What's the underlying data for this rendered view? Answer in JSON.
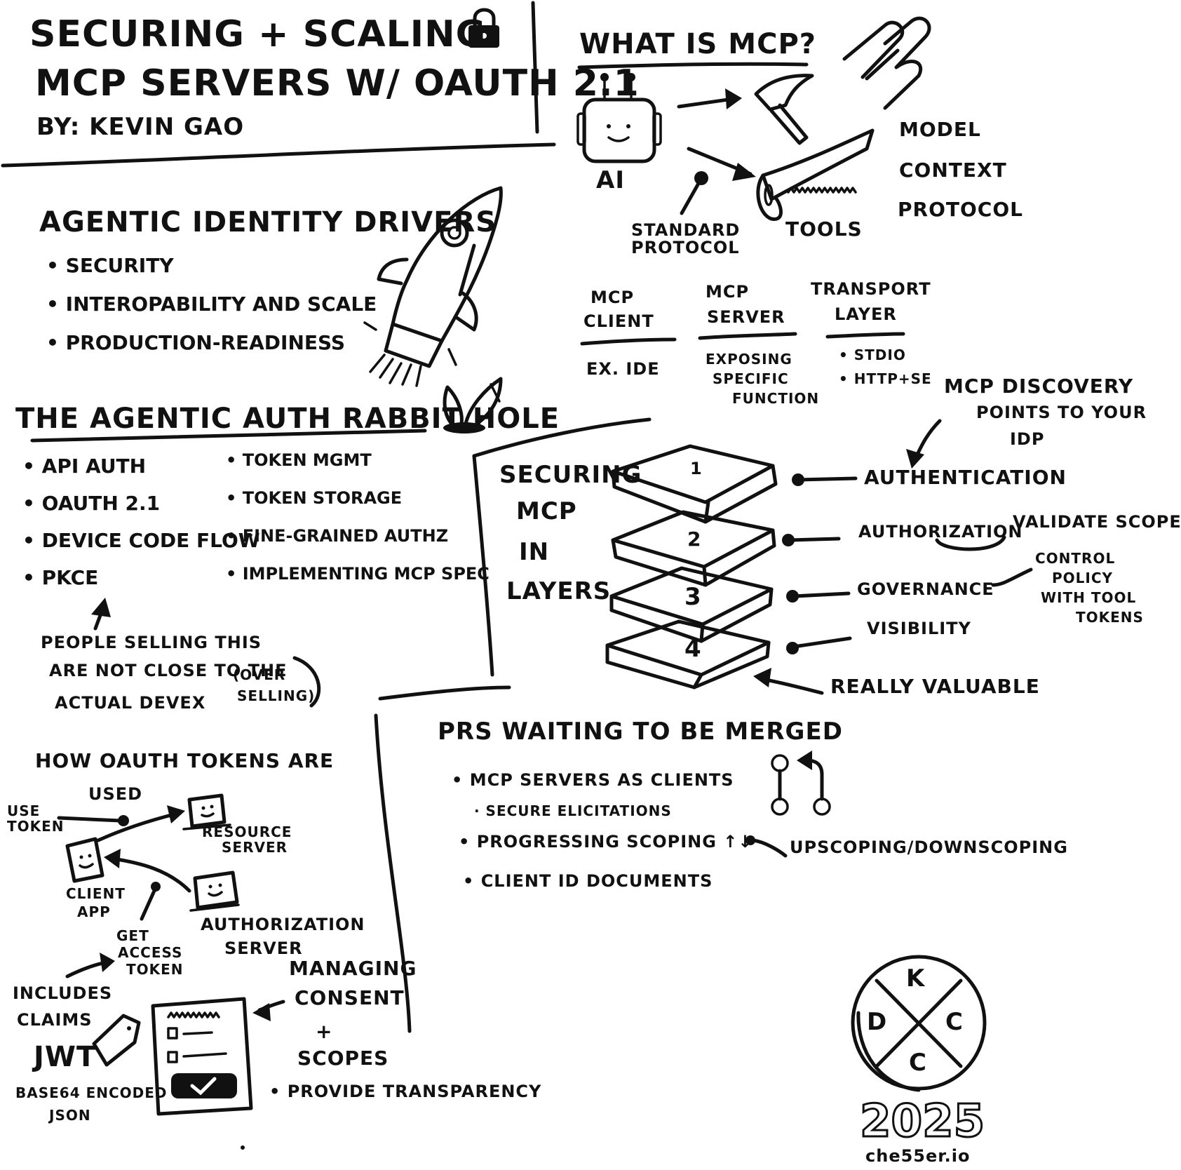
{
  "header": {
    "title_line1": "Securing + Scaling",
    "title_line2": "MCP Servers w/ OAuth 2.1",
    "byline": "By: Kevin Gao",
    "lock_icon": "lock-icon"
  },
  "what_is_mcp": {
    "heading": "What is MCP?",
    "ai_label": "AI",
    "tools_label": "Tools",
    "standard_protocol": "Standard Protocol",
    "model_context_protocol": [
      "Model",
      "Context",
      "Protocol"
    ],
    "columns": [
      {
        "title": [
          "MCP",
          "Client"
        ],
        "detail": [
          "Ex. IDE"
        ]
      },
      {
        "title": [
          "MCP",
          "Server"
        ],
        "detail": [
          "Exposing",
          "Specific",
          "Function"
        ]
      },
      {
        "title": [
          "Transport",
          "Layer"
        ],
        "detail": [
          "• STDIO",
          "• HTTP+SE"
        ]
      }
    ]
  },
  "drivers": {
    "heading": "Agentic Identity Drivers",
    "items": [
      "Security",
      "Interopability and Scale",
      "Production-Readiness"
    ]
  },
  "rabbit_hole": {
    "heading": "The Agentic Auth Rabbit Hole",
    "left_items": [
      "API Auth",
      "OAuth 2.1",
      "Device Code Flow",
      "PKCE"
    ],
    "right_items": [
      "Token Mgmt",
      "Token Storage",
      "Fine-Grained Authz",
      "Implementing MCP Spec"
    ],
    "note": [
      "People selling this",
      "are not close to the",
      "actual DevEx",
      "(over",
      "selling)"
    ]
  },
  "layers": {
    "heading": [
      "Securing",
      "MCP",
      "in",
      "Layers"
    ],
    "numbers": [
      "1",
      "2",
      "3",
      "4"
    ],
    "labels": [
      "Authentication",
      "Authorization",
      "Governance",
      "Visibility"
    ],
    "discovery_note": [
      "MCP Discovery",
      "points to your",
      "IdP"
    ],
    "validate_scope": "Validate Scope",
    "control_policy": [
      "Control",
      "Policy",
      "with Tool",
      "Tokens"
    ],
    "really_valuable": "Really Valuable"
  },
  "oauth_tokens": {
    "heading": [
      "How OAuth Tokens are",
      "used"
    ],
    "use_token": [
      "Use",
      "Token"
    ],
    "resource_server": [
      "Resource",
      "Server"
    ],
    "client_app": [
      "Client",
      "App"
    ],
    "get_access_token": [
      "Get",
      "Access",
      "Token"
    ],
    "authorization_server": [
      "Authorization",
      "Server"
    ],
    "includes_claims": [
      "Includes",
      "Claims"
    ],
    "jwt": "JWT",
    "jwt_note": [
      "Base64 Encoded",
      "JSON"
    ],
    "managing_consent": [
      "Managing",
      "Consent",
      "+",
      "Scopes"
    ],
    "provide_transparency": "• Provide Transparency"
  },
  "prs": {
    "heading": "PRs Waiting to be Merged",
    "items": [
      "• MCP Servers as Clients",
      "· Secure Elicitations",
      "• Progressing Scoping ↑↓",
      "• Client ID Documents"
    ],
    "upscoping": "Upscoping/Downscoping"
  },
  "badge": {
    "letters": [
      "K",
      "D",
      "C",
      "C"
    ],
    "year": "2025",
    "site": "che55er.io"
  }
}
